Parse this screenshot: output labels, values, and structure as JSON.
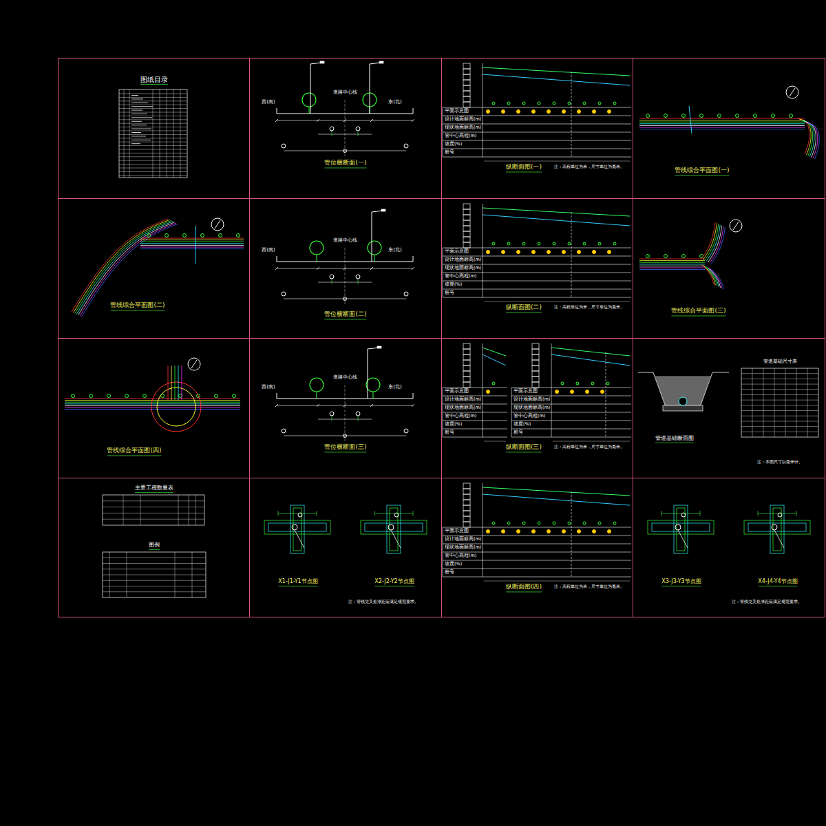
{
  "diagram": {
    "nodes": [
      {
        "text": [
          "图纸目录"
        ]
      },
      {
        "text": [
          "管位横断面(一)"
        ]
      },
      {
        "text": [
          "纵断面图(一)"
        ]
      },
      {
        "text": [
          "管线综合平面图(一)"
        ]
      },
      {
        "text": [
          "管线综合平面图(二)"
        ]
      },
      {
        "text": [
          "管位横断面(二)"
        ]
      },
      {
        "text": [
          "纵断面图(二)"
        ]
      },
      {
        "text": [
          "管线综合平面图(三)"
        ]
      },
      {
        "text": [
          "管线综合平面图(四)"
        ]
      },
      {
        "text": [
          "管位横断面(三)"
        ]
      },
      {
        "text": [
          "纵断面图(三)"
        ]
      },
      {
        "text": [
          "管道基础断面图"
        ]
      },
      {
        "text": [
          "主要工程数量表",
          "图例"
        ]
      },
      {
        "text": [
          "X1-J1-Y1节点图",
          "X2-J2-Y2节点图"
        ]
      },
      {
        "text": [
          "纵断面图(四)"
        ]
      },
      {
        "text": [
          "X3-J3-Y3节点图",
          "X4-J4-Y4节点图"
        ]
      }
    ],
    "labels": [
      "西(南)",
      "道路中心线",
      "东(北)",
      "平面示意图",
      "设计地面标高(m)",
      "现状地面标高(m)",
      "管中心高程(m)",
      "坡度(%)",
      "桩号",
      "注：高程单位为米，尺寸单位为毫米。",
      "西(南)",
      "道路中心线",
      "东(北)",
      "平面示意图",
      "设计地面标高(m)",
      "现状地面标高(m)",
      "管中心高程(m)",
      "坡度(%)",
      "桩号",
      "注：高程单位为米，尺寸单位为毫米。",
      "西(南)",
      "道路中心线",
      "东(北)",
      "平面示意图",
      "设计地面标高(m)",
      "现状地面标高(m)",
      "管中心高程(m)",
      "坡度(%)",
      "桩号",
      "平面示意图",
      "设计地面标高(m)",
      "现状地面标高(m)",
      "管中心高程(m)",
      "坡度(%)",
      "桩号",
      "注：高程单位为米，尺寸单位为毫米。",
      "管道基础尺寸表",
      "注：本图尺寸以毫米计。",
      "注：管线交叉处净距应满足规范要求。",
      "平面示意图",
      "设计地面标高(m)",
      "现状地面标高(m)",
      "管中心高程(m)",
      "坡度(%)",
      "桩号",
      "注：高程单位为米，尺寸单位为毫米。",
      "注：管线交叉处净距应满足规范要求。"
    ]
  }
}
